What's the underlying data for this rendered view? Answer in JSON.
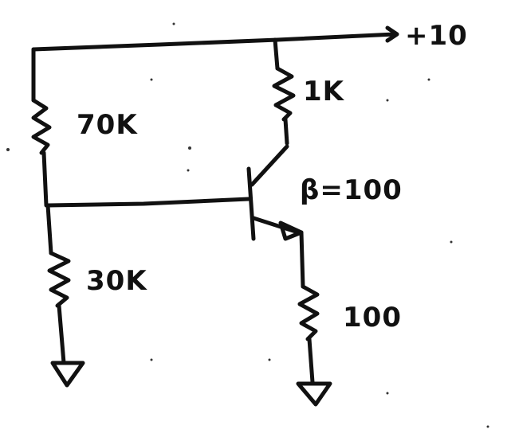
{
  "diagram": {
    "supply_label": "+10",
    "r_top_left_label": "70K",
    "r_collector_label": "1K",
    "r_bottom_left_label": "30K",
    "r_emitter_label": "100",
    "beta_label": "β=100"
  }
}
